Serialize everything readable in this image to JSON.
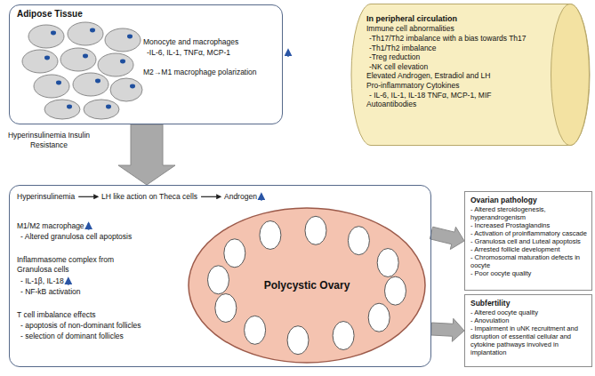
{
  "diagram": {
    "nodes": [
      {
        "text": [
          "Adipose Tissue",
          "Monocyte and macrophages",
          "-IL-6, IL-1, TNFα, MCP-1",
          "M2→M1 macrophage polarization",
          "Hyperinsulinemia Insulin Resistance"
        ]
      },
      {
        "text": [
          "In peripheral circulation",
          "Immune cell abnormalities",
          "-Th17/Th2 imbalance with a bias towards Th17",
          "-Th1/Th2 imbalance",
          "-Treg reduction",
          "-NK cell elevation",
          "Elevated Androgen, Estradiol and LH",
          "Pro-inflammatory Cytokines",
          "- IL-6, IL-1, IL-18 TNFα, MCP-1, MIF",
          "Autoantibodies"
        ]
      },
      {
        "text": [
          "Hyperinsulinemia",
          "LH like action on Theca cells",
          "Androgen",
          "M1/M2 macrophage",
          "- Altered granulosa cell apoptosis",
          "Inflammasome complex from Granulosa cells",
          "- IL-1β, IL-18",
          "- NF-kB activation",
          "T cell imbalance effects",
          "- apoptosis of non-dominant follicles",
          "- selection of dominant follicles"
        ]
      },
      {
        "text": [
          "Polycystic Ovary"
        ],
        "in": 2
      },
      {
        "text": [
          "Ovarian pathology",
          "- Altered steroidogenesis, hyperandrogenism",
          "- Increased Prostaglandins",
          "- Activation of proinflammatory cascade",
          "- Granulosa cell and Luteal apoptosis",
          "- Arrested follicle development",
          "- Chromosomal maturation defects in oocyte",
          "- Poor oocyte quality"
        ]
      },
      {
        "text": [
          "Subfertility",
          "- Altered oocyte quality",
          "- Anovulation",
          "- Impairment in uNK recruitment and disruption of essential cellular and cytokine pathways involved in implantation"
        ]
      }
    ],
    "edges": [
      {
        "from": 0,
        "to": 2,
        "arrow": "to"
      },
      {
        "from": 2,
        "to": 4,
        "arrow": "to"
      },
      {
        "from": 2,
        "to": 5,
        "arrow": "to"
      }
    ]
  }
}
